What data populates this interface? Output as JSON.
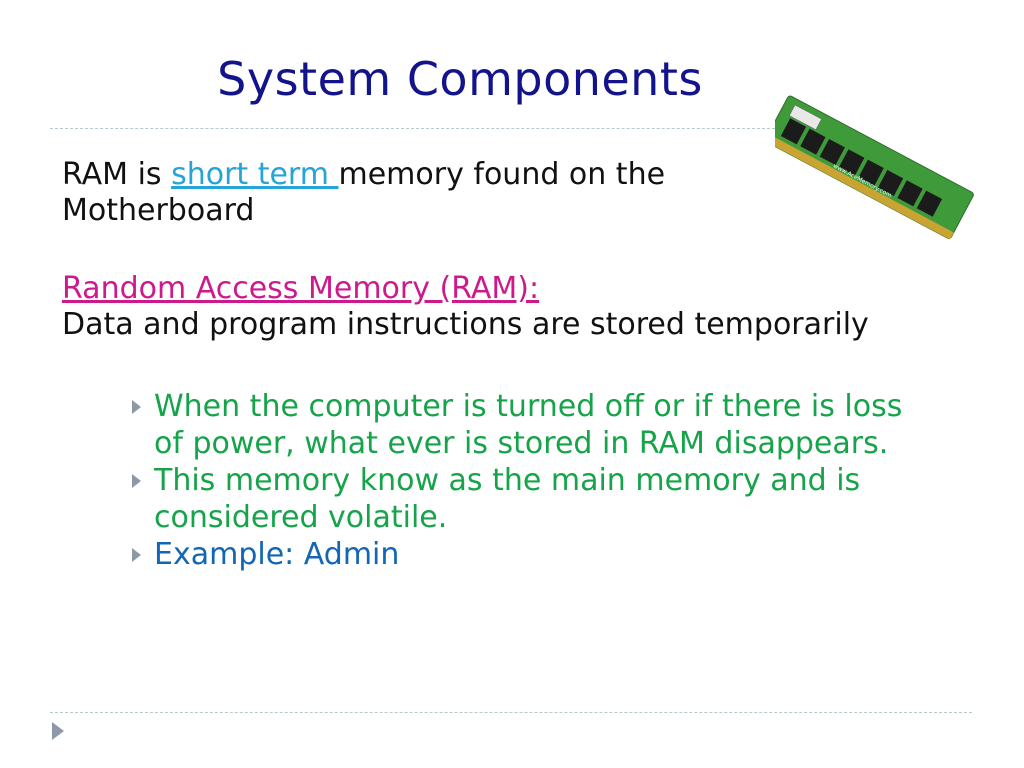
{
  "slide": {
    "title": "System Components",
    "para1": {
      "prefix": "RAM is ",
      "link": "short term ",
      "suffix": "memory found on the Motherboard"
    },
    "para2": {
      "heading": "Random Access Memory (RAM):",
      "body": "Data and program instructions are stored temporarily"
    },
    "bullets": [
      "When the computer is turned off or if there is loss of power, what ever is stored in RAM disappears.",
      "This memory know as the main memory and is considered volatile.",
      "Example:  Admin"
    ]
  },
  "image": {
    "label": "www.AceMemory.com"
  },
  "colors": {
    "title": "#13138c",
    "body_text": "#111111",
    "link_blue": "#25a4d8",
    "link_pink": "#cc1a8c",
    "bullet_green": "#16a34a",
    "bullet_blue": "#1266b3",
    "ram_pcb": "#3f9a3a",
    "ram_chip": "#1b1b1b",
    "ram_contacts": "#c9a433"
  },
  "icons": {
    "bullet": "triangle-right-icon",
    "footer": "triangle-right-icon"
  }
}
